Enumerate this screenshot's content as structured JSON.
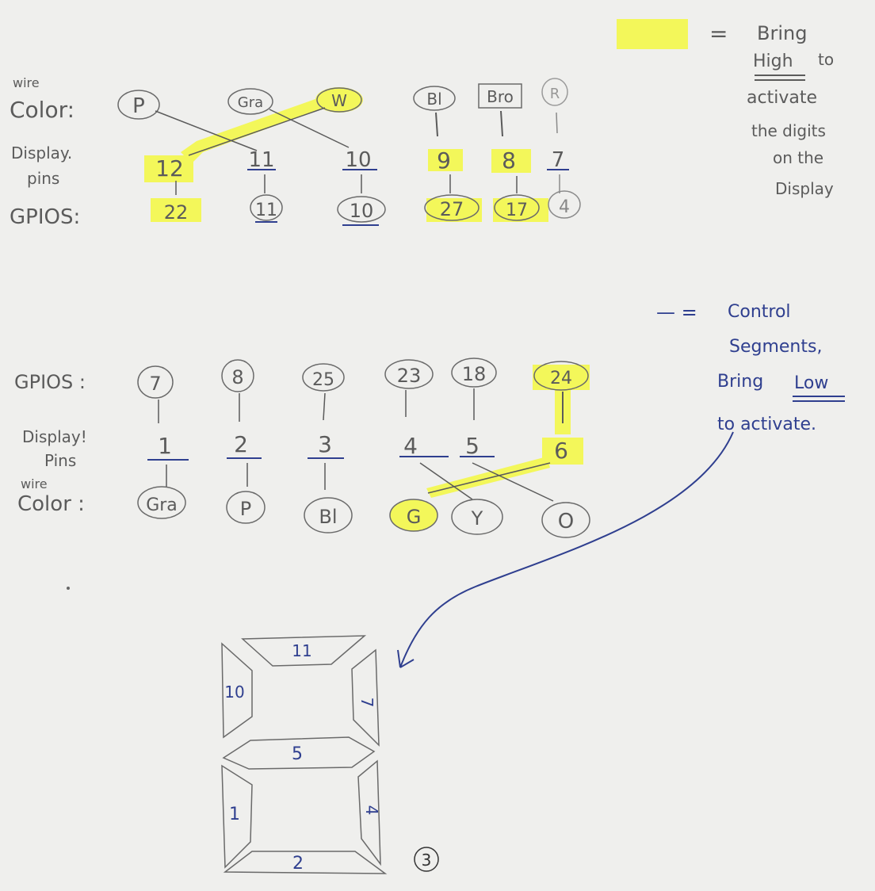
{
  "legend": {
    "highlight": {
      "symbol": "=",
      "text1": "Bring",
      "text2": "High",
      "text3": "to",
      "text4": "activate",
      "text5": "the digits",
      "text6": "on the",
      "text7": "Display"
    },
    "dash": {
      "symbol": "— =",
      "text1": "Control",
      "text2": "Segments,",
      "text3": "Bring",
      "text4": "Low",
      "text5": "to activate."
    },
    "highlight_color": "#f3f75a",
    "pen_color": "#2f3f8f"
  },
  "top_table": {
    "label_wire_small": "wire",
    "label_wire": "Color:",
    "label_display1": "Display.",
    "label_display2": "pins",
    "label_gpio": "GPIOS:",
    "wires": [
      "P",
      "Gra",
      "W",
      "Bl",
      "Bro",
      "R"
    ],
    "pins": [
      "12",
      "11",
      "10",
      "9",
      "8",
      "7"
    ],
    "gpios": [
      "22",
      "11",
      "10",
      "27",
      "17",
      "4"
    ]
  },
  "bottom_table": {
    "label_gpio": "GPIOS :",
    "label_display1": "Display!",
    "label_display2": "Pins",
    "label_wire_small": "wire",
    "label_wire": "Color :",
    "gpios": [
      "7",
      "8",
      "25",
      "23",
      "18",
      "24"
    ],
    "pins": [
      "1",
      "2",
      "3",
      "4",
      "5",
      "6"
    ],
    "wires": [
      "Gra",
      "P",
      "Bl",
      "G",
      "Y",
      "O"
    ]
  },
  "segments": {
    "top": "11",
    "top_left": "10",
    "top_right": "7",
    "middle": "5",
    "bottom_left": "1",
    "bottom_right": "4",
    "bottom": "2"
  },
  "page_number": "3"
}
